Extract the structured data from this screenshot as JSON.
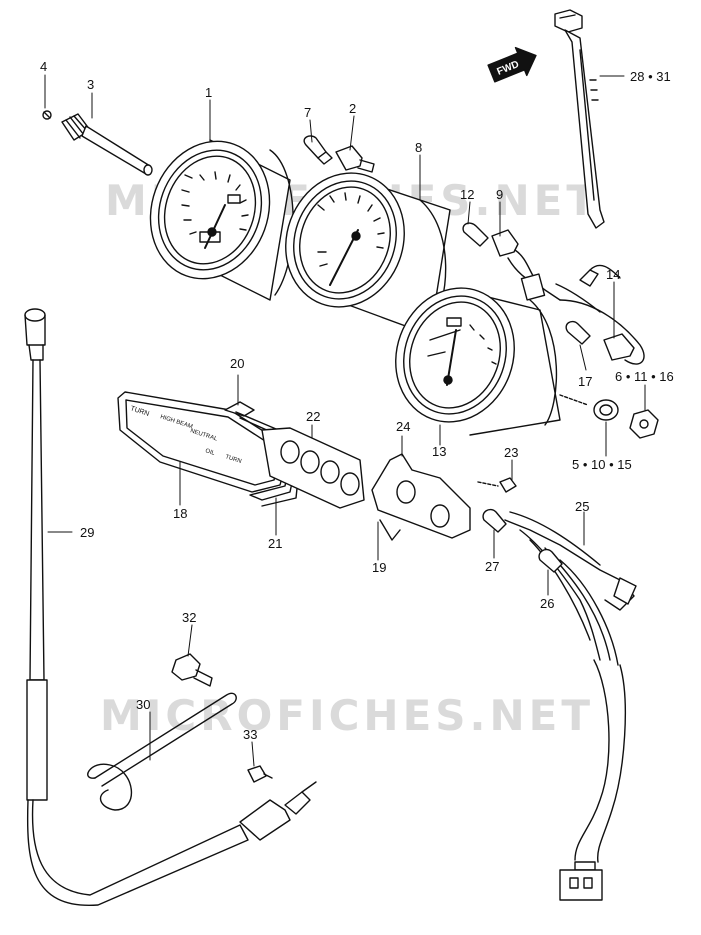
{
  "watermark": {
    "text": "MICROFICHES.NET",
    "color": "#d8d8d8"
  },
  "fwd_label": "FWD",
  "callouts": {
    "c1": "1",
    "c2": "2",
    "c3": "3",
    "c4": "4",
    "c7": "7",
    "c8": "8",
    "c9": "9",
    "c12": "12",
    "c13": "13",
    "c14": "14",
    "c17": "17",
    "c18": "18",
    "c19": "19",
    "c20": "20",
    "c21": "21",
    "c22": "22",
    "c23": "23",
    "c24": "24",
    "c25": "25",
    "c26": "26",
    "c27": "27",
    "c28_31": "28 • 31",
    "c29": "29",
    "c30": "30",
    "c32": "32",
    "c33": "33",
    "c5_10_15": "5 • 10 • 15",
    "c6_11_16": "6 • 11 • 16"
  },
  "panel_text": {
    "turn_left": "TURN",
    "high_beam": "HIGH BEAM",
    "neutral": "NEUTRAL",
    "oil": "OIL",
    "turn_right": "TURN"
  },
  "colors": {
    "line": "#111111",
    "background": "#ffffff"
  }
}
